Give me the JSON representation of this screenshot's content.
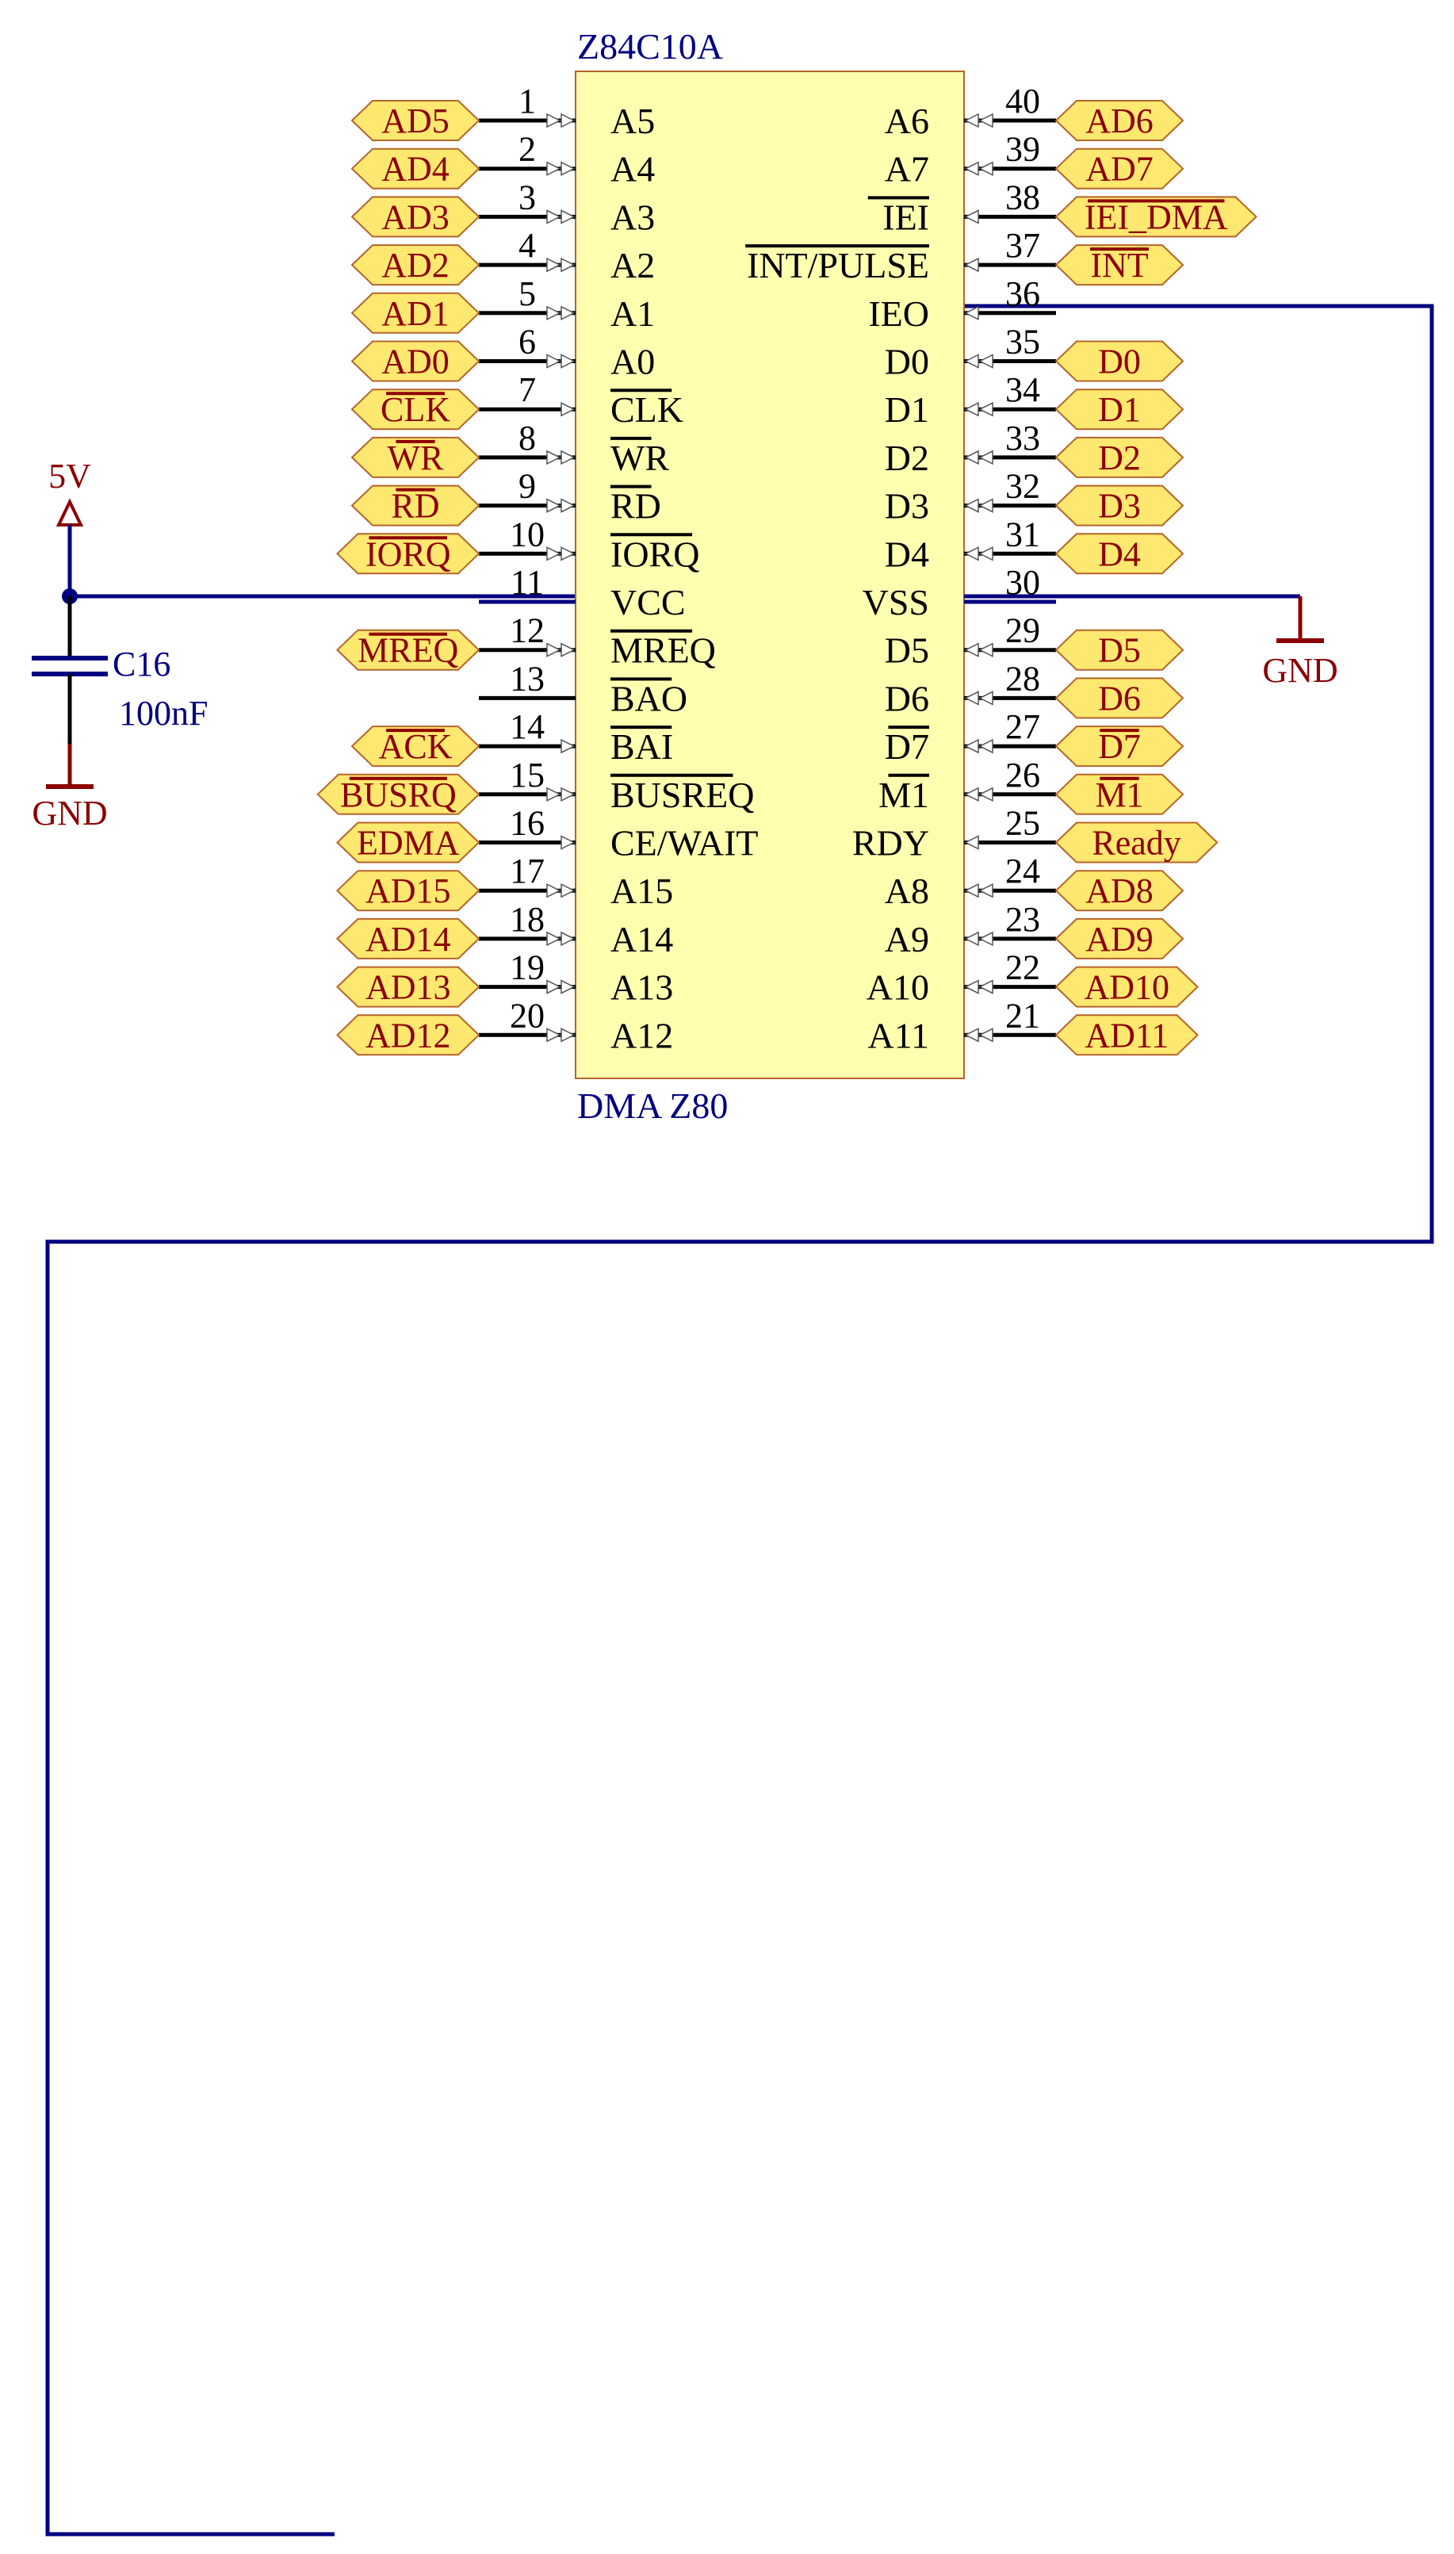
{
  "colors": {
    "chip_fill": "#FFFFB0",
    "chip_stroke": "#B4642A",
    "wire": "#000080",
    "ref_text": "#000080",
    "port_fill": "#FFE870",
    "port_stroke": "#B4642A",
    "port_text": "#8B0000",
    "power": "#8B0000",
    "pin": "#000000"
  },
  "chip": {
    "ref": "Z84C10A",
    "value": "DMA Z80"
  },
  "left_pins": [
    {
      "num": "1",
      "name": "A5",
      "bar": false,
      "port": "AD5",
      "port_bar": false,
      "io": true
    },
    {
      "num": "2",
      "name": "A4",
      "bar": false,
      "port": "AD4",
      "port_bar": false,
      "io": true
    },
    {
      "num": "3",
      "name": "A3",
      "bar": false,
      "port": "AD3",
      "port_bar": false,
      "io": true
    },
    {
      "num": "4",
      "name": "A2",
      "bar": false,
      "port": "AD2",
      "port_bar": false,
      "io": true
    },
    {
      "num": "5",
      "name": "A1",
      "bar": false,
      "port": "AD1",
      "port_bar": false,
      "io": true
    },
    {
      "num": "6",
      "name": "A0",
      "bar": false,
      "port": "AD0",
      "port_bar": false,
      "io": true
    },
    {
      "num": "7",
      "name": "CLK",
      "bar": true,
      "port": "CLK",
      "port_bar": true,
      "io": false
    },
    {
      "num": "8",
      "name": "WR",
      "bar": true,
      "port": "WR",
      "port_bar": true,
      "io": true
    },
    {
      "num": "9",
      "name": "RD",
      "bar": true,
      "port": "RD",
      "port_bar": true,
      "io": true
    },
    {
      "num": "10",
      "name": "IORQ",
      "bar": true,
      "port": "IORQ",
      "port_bar": true,
      "io": true
    },
    {
      "num": "11",
      "name": "VCC",
      "bar": false,
      "port": "",
      "port_bar": false,
      "io": false
    },
    {
      "num": "12",
      "name": "MREQ",
      "bar": true,
      "port": "MREQ",
      "port_bar": true,
      "io": true
    },
    {
      "num": "13",
      "name": "BAO",
      "bar": true,
      "port": "",
      "port_bar": false,
      "io": false
    },
    {
      "num": "14",
      "name": "BAI",
      "bar": true,
      "port": "ACK",
      "port_bar": true,
      "io": false
    },
    {
      "num": "15",
      "name": "BUSREQ",
      "bar": true,
      "port": "BUSRQ",
      "port_bar": true,
      "io": true
    },
    {
      "num": "16",
      "name": "CE/WAIT",
      "bar": false,
      "port": "EDMA",
      "port_bar": false,
      "io": false
    },
    {
      "num": "17",
      "name": "A15",
      "bar": false,
      "port": "AD15",
      "port_bar": false,
      "io": true
    },
    {
      "num": "18",
      "name": "A14",
      "bar": false,
      "port": "AD14",
      "port_bar": false,
      "io": true
    },
    {
      "num": "19",
      "name": "A13",
      "bar": false,
      "port": "AD13",
      "port_bar": false,
      "io": true
    },
    {
      "num": "20",
      "name": "A12",
      "bar": false,
      "port": "AD12",
      "port_bar": false,
      "io": true
    }
  ],
  "right_pins": [
    {
      "num": "40",
      "name": "A6",
      "bar": false,
      "port": "AD6",
      "port_bar": false,
      "io": true
    },
    {
      "num": "39",
      "name": "A7",
      "bar": false,
      "port": "AD7",
      "port_bar": false,
      "io": true
    },
    {
      "num": "38",
      "name": "IEI",
      "bar": true,
      "port": "IEI_DMA",
      "port_bar": true,
      "io": false
    },
    {
      "num": "37",
      "name": "INT/PULSE",
      "bar": true,
      "port": "INT",
      "port_bar": true,
      "io": false
    },
    {
      "num": "36",
      "name": "IEO",
      "bar": false,
      "port": "",
      "port_bar": false,
      "io": false
    },
    {
      "num": "35",
      "name": "D0",
      "bar": false,
      "port": "D0",
      "port_bar": false,
      "io": true
    },
    {
      "num": "34",
      "name": "D1",
      "bar": false,
      "port": "D1",
      "port_bar": false,
      "io": true
    },
    {
      "num": "33",
      "name": "D2",
      "bar": false,
      "port": "D2",
      "port_bar": false,
      "io": true
    },
    {
      "num": "32",
      "name": "D3",
      "bar": false,
      "port": "D3",
      "port_bar": false,
      "io": true
    },
    {
      "num": "31",
      "name": "D4",
      "bar": false,
      "port": "D4",
      "port_bar": false,
      "io": true
    },
    {
      "num": "30",
      "name": "VSS",
      "bar": false,
      "port": "",
      "port_bar": false,
      "io": false
    },
    {
      "num": "29",
      "name": "D5",
      "bar": false,
      "port": "D5",
      "port_bar": false,
      "io": true
    },
    {
      "num": "28",
      "name": "D6",
      "bar": false,
      "port": "D6",
      "port_bar": false,
      "io": true
    },
    {
      "num": "27",
      "name": "D7",
      "bar": true,
      "port": "D7",
      "port_bar": true,
      "io": true
    },
    {
      "num": "26",
      "name": "M1",
      "bar": true,
      "port": "M1",
      "port_bar": true,
      "io": true
    },
    {
      "num": "25",
      "name": "RDY",
      "bar": false,
      "port": "Ready",
      "port_bar": false,
      "io": false
    },
    {
      "num": "24",
      "name": "A8",
      "bar": false,
      "port": "AD8",
      "port_bar": false,
      "io": true
    },
    {
      "num": "23",
      "name": "A9",
      "bar": false,
      "port": "AD9",
      "port_bar": false,
      "io": true
    },
    {
      "num": "22",
      "name": "A10",
      "bar": false,
      "port": "AD10",
      "port_bar": false,
      "io": true
    },
    {
      "num": "21",
      "name": "A11",
      "bar": false,
      "port": "AD11",
      "port_bar": false,
      "io": true
    }
  ],
  "power": {
    "vcc_label": "5V",
    "gnd_left_label": "GND",
    "gnd_right_label": "GND"
  },
  "capacitor": {
    "ref": "C16",
    "value": "100nF"
  }
}
